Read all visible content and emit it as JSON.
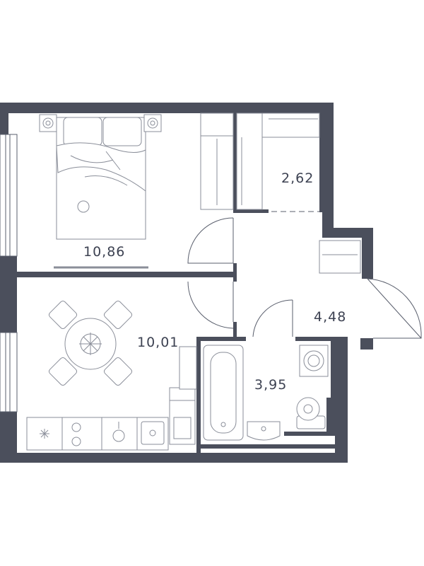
{
  "rooms": [
    {
      "id": "bedroom",
      "area": "10,86"
    },
    {
      "id": "kitchen-living",
      "area": "10,01"
    },
    {
      "id": "wardrobe",
      "area": "2,62"
    },
    {
      "id": "hallway",
      "area": "4,48"
    },
    {
      "id": "bathroom",
      "area": "3,95"
    }
  ],
  "colors": {
    "wall": "#4b4f5c",
    "line": "#5a5f6d",
    "furniture": "#8a8e99",
    "label": "#3d4252"
  }
}
